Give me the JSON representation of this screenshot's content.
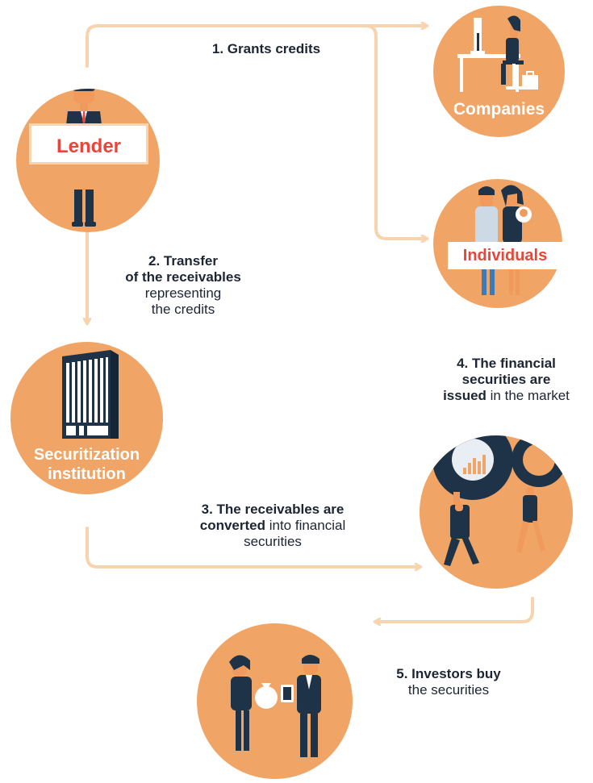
{
  "colors": {
    "circle": "#f0a465",
    "arrow": "#f7d4ae",
    "label_text": "#e8463a",
    "suit": "#1e3347",
    "text": "#1d2433"
  },
  "nodes": {
    "lender": {
      "label": "Lender",
      "icon": "man-holding-sign-icon"
    },
    "companies": {
      "label": "Companies",
      "icon": "woman-at-desk-icon"
    },
    "individuals": {
      "label": "Individuals",
      "icon": "family-icon"
    },
    "securitization": {
      "label_line1": "Securitization",
      "label_line2": "institution",
      "icon": "office-building-icon"
    },
    "market": {
      "icon": "people-lifting-gears-icon"
    },
    "investors": {
      "icon": "exchange-bag-tablet-icon"
    }
  },
  "steps": {
    "step1": {
      "bold": "1. Grants credits"
    },
    "step2": {
      "bold_line1": "2. Transfer",
      "bold_line2": "of the receivables",
      "normal_line3": "representing",
      "normal_line4": "the credits"
    },
    "step3": {
      "bold_line1": "3. The receivables are",
      "bold_line2": "converted",
      "normal_line2": " into financial",
      "normal_line3": "securities"
    },
    "step4": {
      "bold_line1": "4. The financial",
      "bold_line2": "securities are",
      "bold_line3": "issued",
      "normal_line3": " in the market"
    },
    "step5": {
      "bold_line1": "5. Investors buy",
      "normal_line2": "the securities"
    }
  }
}
